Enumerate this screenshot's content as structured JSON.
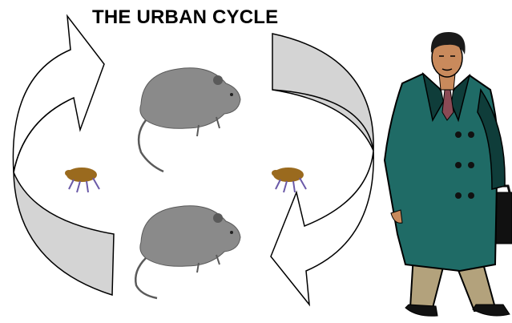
{
  "diagram": {
    "title": "THE URBAN CYCLE",
    "colors": {
      "arrow_stroke": "#000000",
      "arrow_fill": "#ffffff",
      "arrow_band": "#d4d4d4",
      "rat_fur": "#8a8a8a",
      "rat_dark": "#5a5a5a",
      "flea_body": "#9a6a1e",
      "flea_legs": "#6b5aa8",
      "coat": "#1f6b66",
      "coat_dark": "#0f3d3a",
      "trousers": "#b3a27c",
      "skin": "#c98a5c",
      "hair": "#1a1a1a",
      "tie": "#8a4a55"
    },
    "nodes": [
      {
        "id": "rat-top",
        "kind": "rat",
        "icon": "rat-icon"
      },
      {
        "id": "rat-bottom",
        "kind": "rat",
        "icon": "rat-icon"
      },
      {
        "id": "flea-left",
        "kind": "flea",
        "icon": "flea-icon"
      },
      {
        "id": "flea-right",
        "kind": "flea",
        "icon": "flea-icon"
      },
      {
        "id": "human",
        "kind": "man-in-coat",
        "icon": "person-icon"
      }
    ],
    "cycle_arrows": [
      {
        "id": "left-arrow",
        "direction": "upward",
        "side": "left"
      },
      {
        "id": "right-arrow",
        "direction": "downward",
        "side": "right"
      }
    ]
  }
}
